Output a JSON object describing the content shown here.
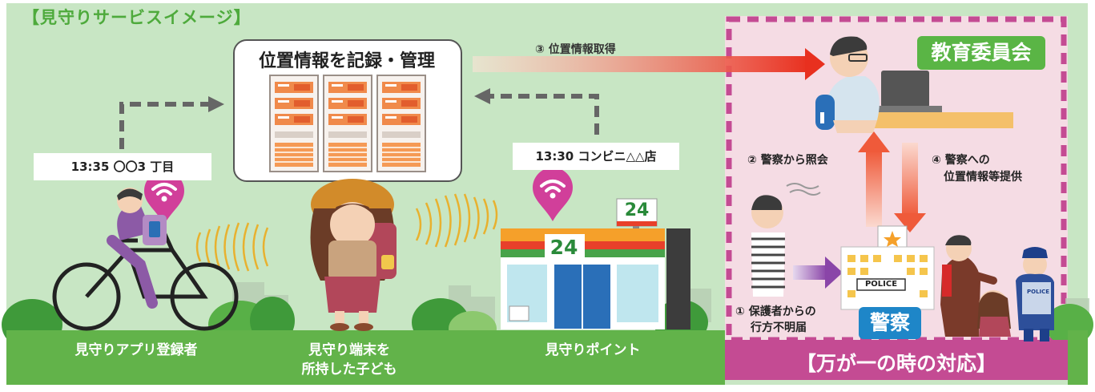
{
  "title": "【見守りサービスイメージ】",
  "server": {
    "title": "位置情報を記録・管理"
  },
  "locations": {
    "cyclist_time": "13:35 〇〇3 丁目",
    "store_time": "13:30 コンビニ△△店"
  },
  "bottom_labels": {
    "app_user": "見守りアプリ登録者",
    "child_line1": "見守り端末を",
    "child_line2": "所持した子ども",
    "point": "見守りポイント"
  },
  "store": {
    "number": "24"
  },
  "steps": {
    "step1_line1": "① 保護者からの",
    "step1_line2": "行方不明届",
    "step2": "② 警察から照会",
    "step3": "③ 位置情報取得",
    "step4_line1": "④ 警察への",
    "step4_line2": "位置情報等提供"
  },
  "organizations": {
    "board_of_education": "教育委員会",
    "police": "警察",
    "police_sign": "POLICE",
    "police_vest": "POLICE"
  },
  "emergency_title": "【万が一の時の対応】",
  "colors": {
    "background_green": "#c8e6c4",
    "ground_green": "#62b34a",
    "emergency_pink": "#f5dce4",
    "emergency_border": "#c44b93",
    "pin_magenta": "#d13f9a",
    "arrow_red": "#e8422e",
    "board_green": "#5ab545",
    "police_blue": "#1e86c8"
  },
  "icons": [
    "wifi-pin-icon",
    "server-rack-icon",
    "bicycle-icon",
    "child-icon",
    "convenience-store-icon",
    "office-worker-icon",
    "police-station-icon",
    "parent-icon",
    "police-officer-icon"
  ]
}
